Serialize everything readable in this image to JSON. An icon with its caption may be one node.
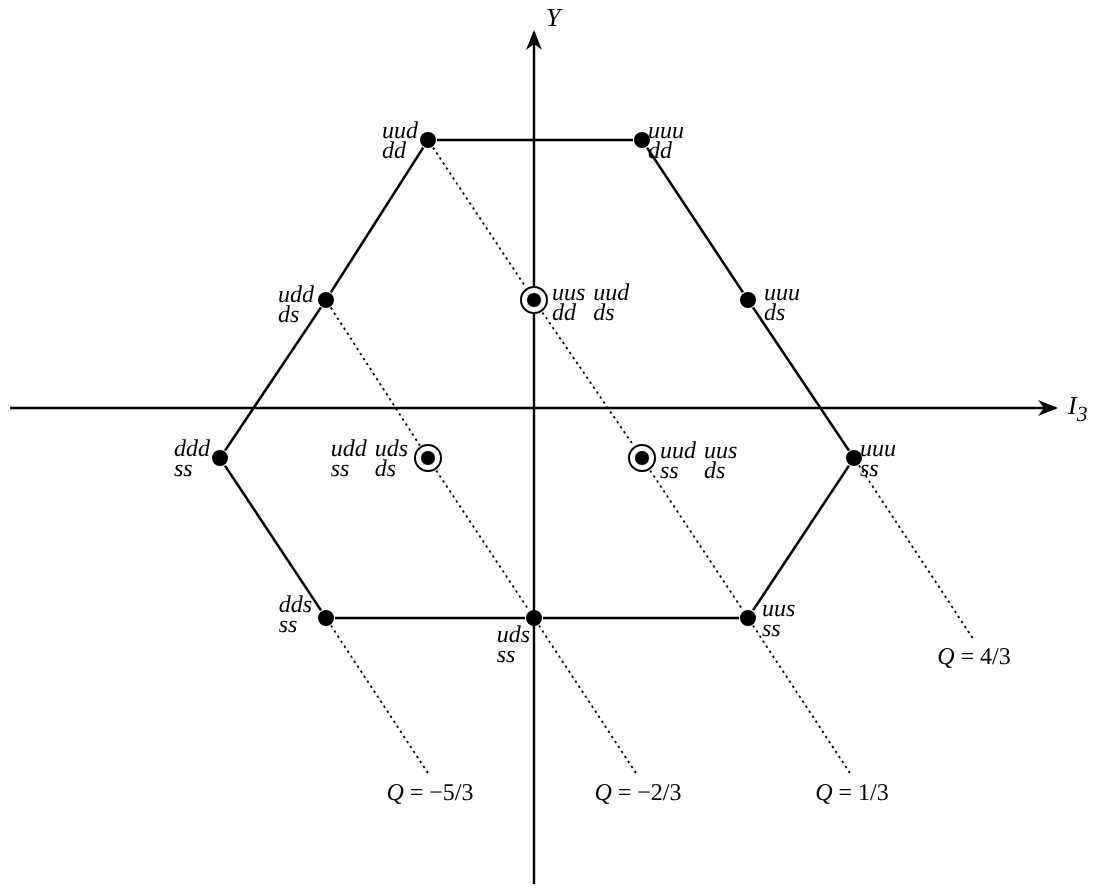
{
  "diagram": {
    "nodes": [
      {
        "text": [],
        "shape": "circle",
        "beside": [
          "uud dd"
        ]
      },
      {
        "text": [],
        "shape": "circle",
        "beside": [
          "uuu dd"
        ]
      },
      {
        "text": [],
        "shape": "circle",
        "beside": [
          "udd ds"
        ]
      },
      {
        "text": [],
        "shape": "circle",
        "beside": [
          "uus dd",
          "uud ds"
        ]
      },
      {
        "text": [],
        "shape": "circle",
        "beside": [
          "uuu ds"
        ]
      },
      {
        "text": [],
        "shape": "circle",
        "beside": [
          "ddd ss"
        ]
      },
      {
        "text": [],
        "shape": "circle",
        "beside": [
          "udd ss",
          "uds ds"
        ]
      },
      {
        "text": [],
        "shape": "circle",
        "beside": [
          "uud ss",
          "uus ds"
        ]
      },
      {
        "text": [],
        "shape": "circle",
        "beside": [
          "uuu ss"
        ]
      },
      {
        "text": [],
        "shape": "circle",
        "beside": [
          "dds ss"
        ]
      },
      {
        "text": [],
        "shape": "circle",
        "beside": [
          "uds ss"
        ]
      },
      {
        "text": [],
        "shape": "circle",
        "beside": [
          "uus ss"
        ]
      },
      {
        "text": [
          "*Q* = 4/3"
        ]
      },
      {
        "text": [
          "*Q* = −5/3"
        ]
      },
      {
        "text": [
          "*Q* = −2/3"
        ]
      },
      {
        "text": [
          "*Q* = 1/3"
        ]
      }
    ],
    "edges": [
      {
        "from": 0,
        "to": 1,
        "arrow": "none"
      },
      {
        "from": 1,
        "to": 4,
        "arrow": "none"
      },
      {
        "from": 4,
        "to": 8,
        "arrow": "none"
      },
      {
        "from": 8,
        "to": 11,
        "arrow": "none"
      },
      {
        "from": 11,
        "to": 10,
        "arrow": "none"
      },
      {
        "from": 10,
        "to": 9,
        "arrow": "none"
      },
      {
        "from": 9,
        "to": 5,
        "arrow": "none"
      },
      {
        "from": 5,
        "to": 2,
        "arrow": "none"
      },
      {
        "from": 2,
        "to": 0,
        "arrow": "none"
      },
      {
        "from": 0,
        "to": 3,
        "arrow": "none",
        "style": "dashed"
      },
      {
        "from": 3,
        "to": 7,
        "arrow": "none",
        "style": "dashed"
      },
      {
        "from": 7,
        "to": 11,
        "arrow": "none",
        "style": "dashed"
      },
      {
        "from": 11,
        "to": 15,
        "arrow": "none",
        "style": "dashed"
      },
      {
        "from": 2,
        "to": 6,
        "arrow": "none",
        "style": "dashed"
      },
      {
        "from": 6,
        "to": 10,
        "arrow": "none",
        "style": "dashed"
      },
      {
        "from": 10,
        "to": 14,
        "arrow": "none",
        "style": "dashed"
      },
      {
        "from": 9,
        "to": 13,
        "arrow": "none",
        "style": "dashed"
      },
      {
        "from": 8,
        "to": 12,
        "arrow": "none",
        "style": "dashed"
      }
    ],
    "labels": [
      "Y",
      "I$_{3}$"
    ]
  }
}
